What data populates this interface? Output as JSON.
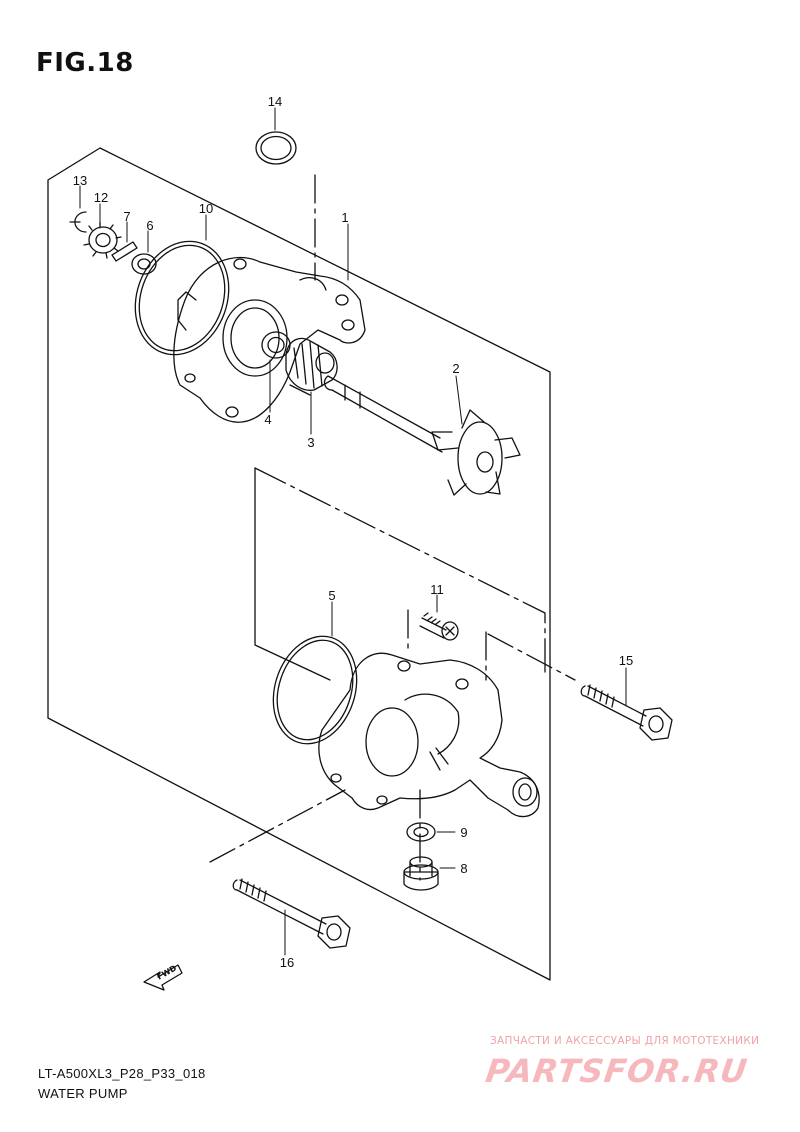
{
  "figure": {
    "title": "FIG.18",
    "code": "LT-A500XL3_P28_P33_018",
    "name": "WATER PUMP"
  },
  "fwd_marker": "FWD",
  "callouts": [
    "1",
    "2",
    "3",
    "4",
    "5",
    "6",
    "7",
    "8",
    "9",
    "10",
    "11",
    "12",
    "13",
    "14",
    "15",
    "16"
  ],
  "watermark": {
    "line1": "ЗАПЧАСТИ И АКСЕССУАРЫ ДЛЯ МОТОТЕХНИКИ",
    "line2": "PARTSFOR.RU"
  },
  "colors": {
    "ink": "#111111",
    "watermark": "#f0a2a8",
    "background": "#ffffff"
  }
}
